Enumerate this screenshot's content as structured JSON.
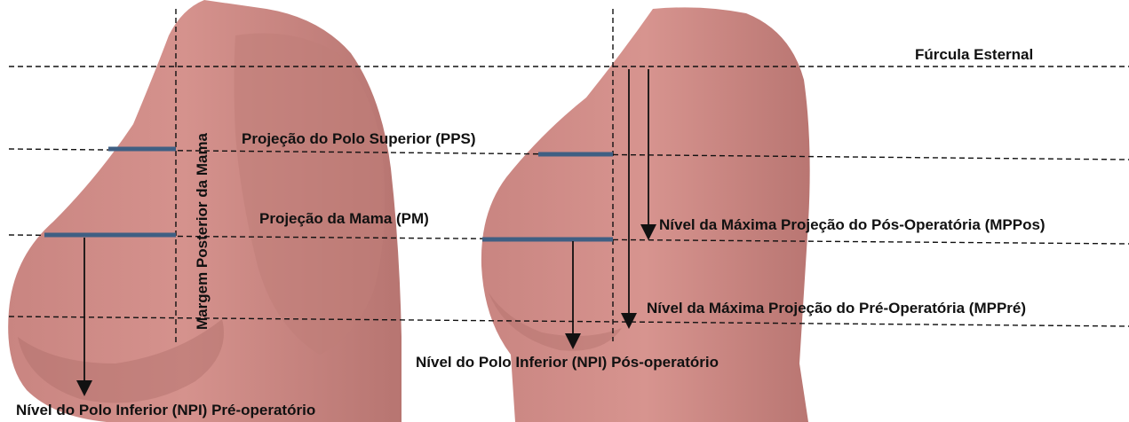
{
  "labels": {
    "furcula": "Fúrcula Esternal",
    "pps": "Projeção do Polo Superior (PPS)",
    "pm": "Projeção da Mama (PM)",
    "margem": "Margem Posterior da Mama",
    "mppos": "Nível da Máxima Projeção do Pós-Operatória (MPPos)",
    "mppre": "Nível da Máxima Projeção do Pré-Operatória (MPPré)",
    "npi_pos": "Nível do Polo Inferior (NPI) Pós-operatório",
    "npi_pre": "Nível do Polo Inferior (NPI) Pré-operatório"
  },
  "colors": {
    "skin": "#cf8b86",
    "skin_shadow": "#b06e6a",
    "skin_highlight": "#e1a6a1",
    "marker": "#3f5f83",
    "line": "#111111"
  }
}
